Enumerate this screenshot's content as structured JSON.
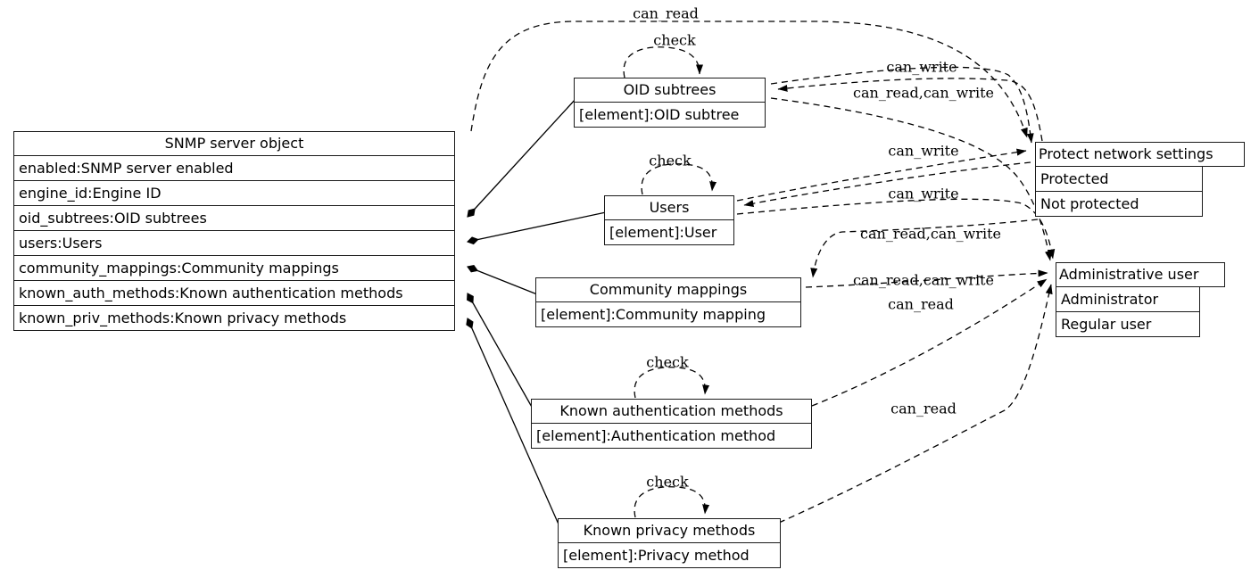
{
  "nodes": {
    "snmp_server_object": {
      "title": "SNMP server object",
      "rows": [
        "enabled:SNMP server enabled",
        "engine_id:Engine ID",
        "oid_subtrees:OID subtrees",
        "users:Users",
        "community_mappings:Community mappings",
        "known_auth_methods:Known authentication methods",
        "known_priv_methods:Known privacy methods"
      ]
    },
    "oid_subtrees": {
      "title": "OID subtrees",
      "rows": [
        "[element]:OID subtree"
      ]
    },
    "users": {
      "title": "Users",
      "rows": [
        "[element]:User"
      ]
    },
    "community_mappings": {
      "title": "Community mappings",
      "rows": [
        "[element]:Community mapping"
      ]
    },
    "known_auth_methods": {
      "title": "Known authentication methods",
      "rows": [
        "[element]:Authentication method"
      ]
    },
    "known_priv_methods": {
      "title": "Known privacy methods",
      "rows": [
        "[element]:Privacy method"
      ]
    },
    "protect_network_settings": {
      "title": "Protect network settings",
      "rows": [
        "Protected",
        "Not protected"
      ]
    },
    "administrative_user": {
      "title": "Administrative user",
      "rows": [
        "Administrator",
        "Regular user"
      ]
    }
  },
  "edge_labels": [
    {
      "text": "can_read"
    },
    {
      "text": "check"
    },
    {
      "text": "can_write"
    },
    {
      "text": "can_read,can_write"
    },
    {
      "text": "can_write"
    },
    {
      "text": "check"
    },
    {
      "text": "can_write"
    },
    {
      "text": "can_read,can_write"
    },
    {
      "text": "can_read,can_write"
    },
    {
      "text": "can_read"
    },
    {
      "text": "check"
    },
    {
      "text": "can_read"
    },
    {
      "text": "check"
    }
  ],
  "edges": [
    {
      "from": "SNMP server object",
      "to": "Protect network settings",
      "label": "can_read",
      "style": "dashed"
    },
    {
      "from": "OID subtrees",
      "to": "Protect network settings",
      "label": "can_write",
      "style": "dashed"
    },
    {
      "from": "OID subtrees",
      "to": "Administrative user",
      "label": "can_read,can_write",
      "style": "dashed"
    },
    {
      "from": "Protect network settings",
      "to": "OID subtrees",
      "label": "",
      "style": "dashed"
    },
    {
      "from": "Users",
      "to": "Protect network settings",
      "label": "can_write",
      "style": "dashed"
    },
    {
      "from": "Users",
      "to": "Administrative user",
      "label": "can_write",
      "style": "dashed"
    },
    {
      "from": "Protect network settings",
      "to": "Users",
      "label": "",
      "style": "dashed"
    },
    {
      "from": "Protect network settings",
      "to": "Community mappings",
      "label": "can_read,can_write",
      "style": "dashed"
    },
    {
      "from": "Community mappings",
      "to": "Administrative user",
      "label": "can_read,can_write",
      "style": "dashed"
    },
    {
      "from": "Known authentication methods",
      "to": "Administrative user",
      "label": "can_read",
      "style": "dashed"
    },
    {
      "from": "Known privacy methods",
      "to": "Administrative user",
      "label": "can_read",
      "style": "dashed"
    }
  ],
  "self_loops": [
    {
      "on": "OID subtrees",
      "label": "check"
    },
    {
      "on": "Users",
      "label": "check"
    },
    {
      "on": "Known authentication methods",
      "label": "check"
    },
    {
      "on": "Known privacy methods",
      "label": "check"
    }
  ],
  "containment_edges": [
    {
      "from": "SNMP server object",
      "via": "oid_subtrees:OID subtrees",
      "to": "OID subtrees",
      "style": "solid-diamond"
    },
    {
      "from": "SNMP server object",
      "via": "users:Users",
      "to": "Users",
      "style": "solid-diamond"
    },
    {
      "from": "SNMP server object",
      "via": "community_mappings:Community mappings",
      "to": "Community mappings",
      "style": "solid-diamond"
    },
    {
      "from": "SNMP server object",
      "via": "known_auth_methods:Known authentication methods",
      "to": "Known authentication methods",
      "style": "solid-diamond"
    },
    {
      "from": "SNMP server object",
      "via": "known_priv_methods:Known privacy methods",
      "to": "Known privacy methods",
      "style": "solid-diamond"
    }
  ],
  "colors": {
    "line": "#000000",
    "node_border": "#1a1a1a",
    "background": "#ffffff"
  }
}
